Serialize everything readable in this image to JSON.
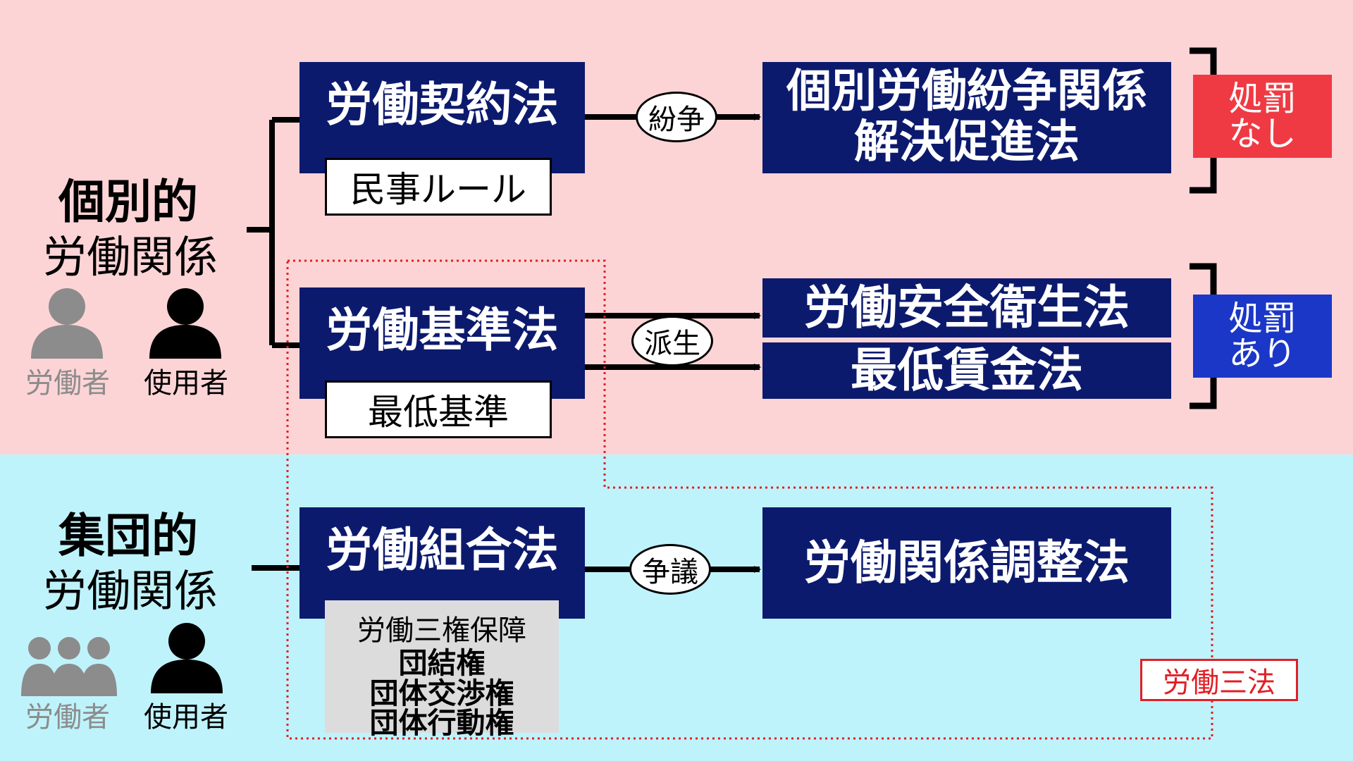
{
  "groups": {
    "individual": {
      "title": "個別的",
      "subtitle": "労働関係",
      "worker_label": "労働者",
      "employer_label": "使用者"
    },
    "collective": {
      "title": "集団的",
      "subtitle": "労働関係",
      "worker_label": "労働者",
      "employer_label": "使用者"
    }
  },
  "laws": {
    "contract": {
      "title": "労働契約法",
      "sub": "民事ルール"
    },
    "standards": {
      "title": "労働基準法",
      "sub": "最低基準"
    },
    "union": {
      "title": "労働組合法"
    },
    "dispute_resolution": {
      "line1": "個別労働紛争関係",
      "line2": "解決促進法"
    },
    "safety": {
      "title": "労働安全衛生法"
    },
    "min_wage": {
      "title": "最低賃金法"
    },
    "relations_adjust": {
      "title": "労働関係調整法"
    }
  },
  "connectors": {
    "dispute": "紛争",
    "derived": "派生",
    "conflict": "争議"
  },
  "rights": {
    "caption": "労働三権保障",
    "items": [
      "団結権",
      "団体交渉権",
      "団体行動権"
    ]
  },
  "penalty": {
    "none": {
      "line1": "処罰",
      "line2": "なし",
      "color": "#f03a43"
    },
    "exists": {
      "line1": "処罰",
      "line2": "あり",
      "color": "#1a37c8"
    }
  },
  "three_labor_laws": {
    "label": "労働三法",
    "color": "#e11f26"
  },
  "colors": {
    "navy": "#0c1a6e",
    "top_band": "#fdd4d6",
    "bottom_band": "#bff3fb",
    "worker_gray": "#8c8c8c"
  },
  "icons": {
    "single_person": "person-icon",
    "group": "group-icon"
  }
}
